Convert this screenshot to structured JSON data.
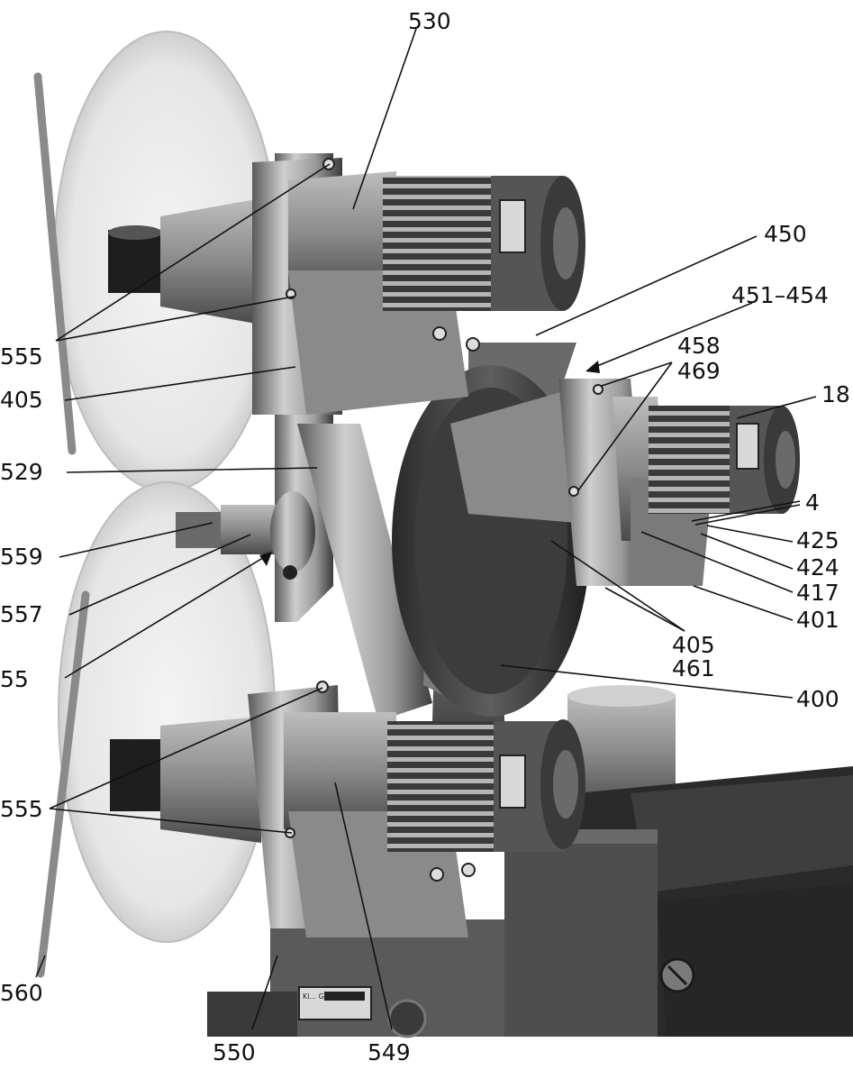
{
  "figure": {
    "title": "",
    "colors": {
      "metal_light": "#cfcfcf",
      "metal_mid": "#9c9c9c",
      "metal_dark": "#4a4a4a",
      "shadow": "#202020",
      "reel": "#ececec",
      "ink": "#111111"
    },
    "plate_text": "Kl... G.m.b.H"
  },
  "labels": {
    "l530": "530",
    "l450": "450",
    "l451_454": "451–454",
    "l555_top": "555",
    "l405_top": "405",
    "l458": "458",
    "l469": "469",
    "l18": "18",
    "l529": "529",
    "l4": "4",
    "l559": "559",
    "l425": "425",
    "l424": "424",
    "l417": "417",
    "l401": "401",
    "l557": "557",
    "l405_mid": "405",
    "l461": "461",
    "l55": "55",
    "l400": "400",
    "l555_bottom": "555",
    "l560": "560",
    "l550": "550",
    "l549": "549"
  }
}
